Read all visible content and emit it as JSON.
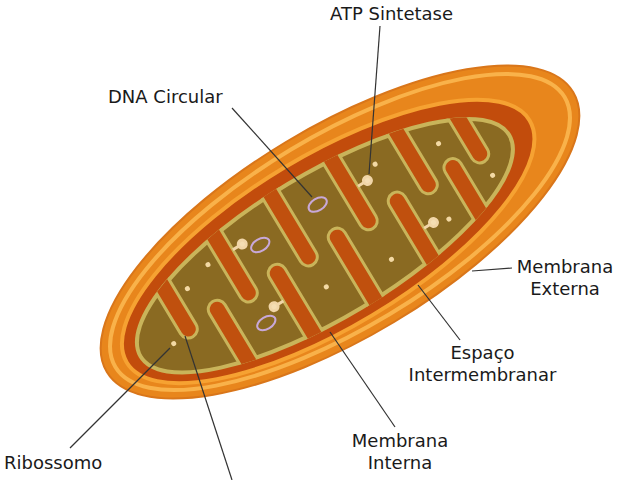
{
  "diagram": {
    "labels": [
      "ATP Sintetase",
      "DNA Circular",
      "Membrana Externa",
      "Espaço Intermembranar",
      "Ribossomo",
      "Membrana Interna"
    ]
  }
}
